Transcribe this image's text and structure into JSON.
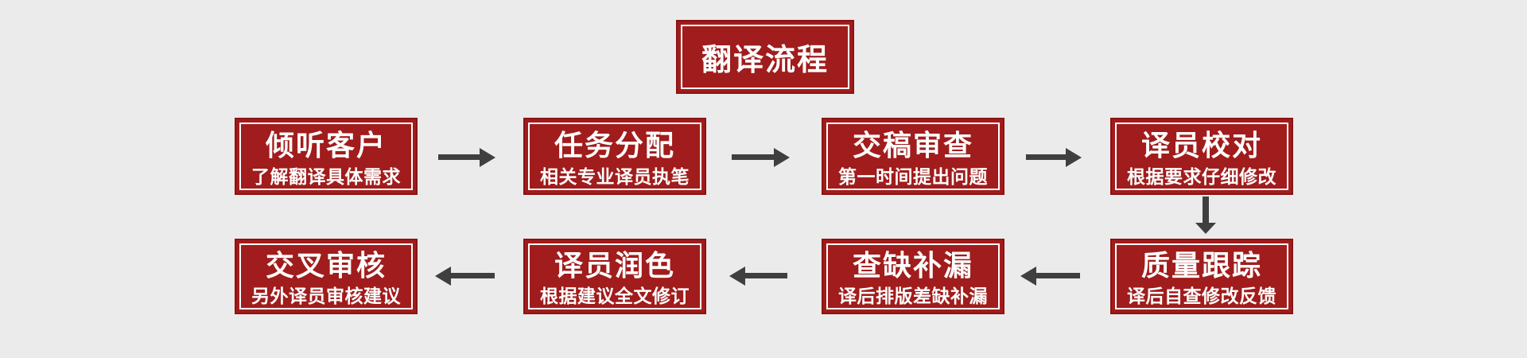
{
  "title": {
    "label": "翻译流程"
  },
  "colors": {
    "background": "#EBEBEB",
    "box_fill": "#A11C1C",
    "box_outer_border": "#8C1212",
    "box_inner_border": "#FFFFFF",
    "text": "#FFFFFF",
    "arrow": "#3F3F3F"
  },
  "icons": {
    "arrow_right": "→",
    "arrow_left": "←",
    "arrow_down": "↓"
  },
  "flow": {
    "row1": [
      {
        "title": "倾听客户",
        "subtitle": "了解翻译具体需求"
      },
      {
        "title": "任务分配",
        "subtitle": "相关专业译员执笔"
      },
      {
        "title": "交稿审查",
        "subtitle": "第一时间提出问题"
      },
      {
        "title": "译员校对",
        "subtitle": "根据要求仔细修改"
      }
    ],
    "row2": [
      {
        "title": "交叉审核",
        "subtitle": "另外译员审核建议"
      },
      {
        "title": "译员润色",
        "subtitle": "根据建议全文修订"
      },
      {
        "title": "查缺补漏",
        "subtitle": "译后排版差缺补漏"
      },
      {
        "title": "质量跟踪",
        "subtitle": "译后自查修改反馈"
      }
    ]
  }
}
